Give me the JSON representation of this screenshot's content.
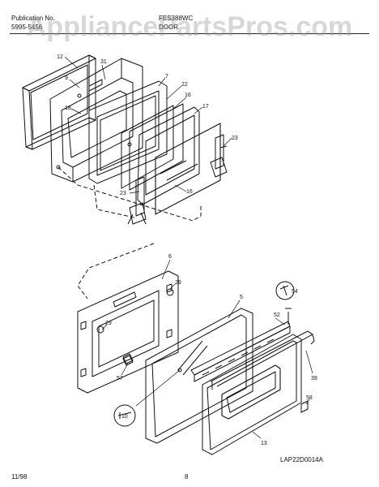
{
  "header": {
    "publication_label": "Publication No.",
    "publication_number": "5995-5456",
    "model_number": "FES388WC",
    "section_title": "DOOR"
  },
  "watermark": "AppliancePartsPros.com",
  "diagram": {
    "top_callouts": [
      "12",
      "31",
      "9",
      "7",
      "22",
      "18",
      "16",
      "17",
      "23",
      "23",
      "16"
    ],
    "bottom_callouts": [
      "6",
      "29",
      "54",
      "5",
      "52",
      "29",
      "57",
      "39",
      "10",
      "58",
      "13"
    ]
  },
  "footer": {
    "date": "11/98",
    "page": "8",
    "drawing_code": "LAP22D0014A"
  }
}
